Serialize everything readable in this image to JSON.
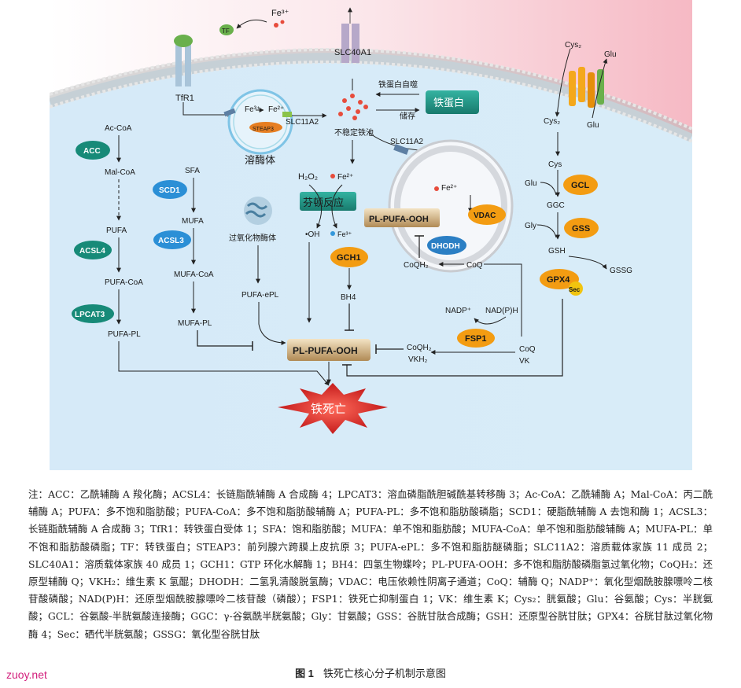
{
  "diagram": {
    "membrane_labels": {
      "tf": "TF",
      "fe3_top": "Fe³⁺",
      "slc40a1": "SLC40A1",
      "tfr1": "TfR1",
      "cys2_top": "Cys₂",
      "glu_top": "Glu",
      "cys2_in": "Cys₂",
      "glu_in": "Glu"
    },
    "lysosome": {
      "label": "溶酶体",
      "fe3": "Fe³⁺",
      "fe2": "Fe²⁺",
      "steap3": "STEAP3",
      "slc11a2": "SLC11A2"
    },
    "iron_pool": {
      "label": "不稳定铁池",
      "ferritin": "铁蛋白",
      "autophagy": "铁蛋白自噬",
      "storage": "储存",
      "slc11a2_mito": "SLC11A2"
    },
    "fenton": {
      "label": "芬顿反应",
      "h2o2": "H₂O₂",
      "fe2": "Fe²⁺",
      "oh": "•OH",
      "fe3": "Fe³⁺"
    },
    "mito": {
      "fe2": "Fe²⁺",
      "pl_pufa_ooh": "PL-PUFA-OOH",
      "vdac": "VDAC",
      "dhodh": "DHODH",
      "coqh2": "CoQH₂",
      "coq": "CoQ"
    },
    "left_pathway": {
      "ac_coa": "Ac-CoA",
      "acc": "ACC",
      "mal_coa": "Mal-CoA",
      "pufa": "PUFA",
      "acsl4": "ACSL4",
      "pufa_coa": "PUFA-CoA",
      "lpcat3": "LPCAT3",
      "pufa_pl": "PUFA-PL"
    },
    "mid_pathway": {
      "sfa": "SFA",
      "scd1": "SCD1",
      "mufa": "MUFA",
      "acsl3": "ACSL3",
      "mufa_coa": "MUFA-CoA",
      "mufa_pl": "MUFA-PL",
      "peroxisome": "过氧化物酶体",
      "pufa_epl": "PUFA-ePL"
    },
    "gch1_pathway": {
      "gch1": "GCH1",
      "bh4": "BH4"
    },
    "gsh_pathway": {
      "cys": "Cys",
      "glu": "Glu",
      "gcl": "GCL",
      "ggc": "GGC",
      "gly": "Gly",
      "gss": "GSS",
      "gsh": "GSH",
      "gpx4": "GPX4",
      "sec": "Sec",
      "gssg": "GSSG"
    },
    "fsp1_pathway": {
      "nadp": "NADP⁺",
      "nadph": "NAD(P)H",
      "fsp1": "FSP1",
      "coq": "CoQ",
      "vk": "VK",
      "coqh2": "CoQH₂",
      "vkh2": "VKH₂"
    },
    "center": {
      "pl_pufa_ooh": "PL-PUFA-OOH",
      "ferroptosis": "铁死亡"
    }
  },
  "note": "注：ACC：乙酰辅酶 A 羧化酶；ACSL4：长链脂酰辅酶 A 合成酶 4；LPCAT3：溶血磷脂酰胆碱酰基转移酶 3；Ac-CoA：乙酰辅酶 A；Mal-CoA：丙二酰辅酶 A；PUFA：多不饱和脂肪酸；PUFA-CoA：多不饱和脂肪酸辅酶 A；PUFA-PL：多不饱和脂肪酸磷脂；SCD1：硬脂酰辅酶 A 去饱和酶 1；ACSL3：长链脂酰辅酶 A 合成酶 3；TfR1：转铁蛋白受体 1；SFA：饱和脂肪酸；MUFA：单不饱和脂肪酸；MUFA-CoA：单不饱和脂肪酸辅酶 A；MUFA-PL：单不饱和脂肪酸磷脂；TF：转铁蛋白；STEAP3：前列腺六跨膜上皮抗原 3；PUFA-ePL：多不饱和脂肪醚磷脂；SLC11A2：溶质载体家族 11 成员 2；SLC40A1：溶质载体家族 40 成员 1；GCH1：GTP 环化水解酶 1；BH4：四氢生物蝶呤；PL-PUFA-OOH：多不饱和脂肪酸磷脂氢过氧化物；CoQH₂：还原型辅酶 Q；VKH₂：维生素 K 氢醌；DHODH：二氢乳清酸脱氢酶；VDAC：电压依赖性阴离子通道；CoQ：辅酶 Q；NADP⁺：氧化型烟酰胺腺嘌呤二核苷酸磷酸；NAD(P)H：还原型烟酰胺腺嘌呤二核苷酸（磷酸）；FSP1：铁死亡抑制蛋白 1；VK：维生素 K；Cys₂：胱氨酸；Glu：谷氨酸；Cys：半胱氨酸；GCL：谷氨酸-半胱氨酸连接酶；GGC：γ-谷氨酰半胱氨酸；Gly：甘氨酸；GSS：谷胱甘肽合成酶；GSH：还原型谷胱甘肽；GPX4：谷胱甘肽过氧化物酶 4；Sec：硒代半胱氨酸；GSSG：氧化型谷胱甘肽",
  "caption": {
    "number": "图 1",
    "text": "铁死亡核心分子机制示意图"
  },
  "watermark": "zuoy.net",
  "colors": {
    "teal": "#1e9a8a",
    "orange": "#f39c12",
    "blue": "#2b8fd6",
    "tan": "#c9a97a",
    "membrane": "#f6c6cf",
    "bg": "#d9ecf9",
    "red": "#c62828"
  }
}
